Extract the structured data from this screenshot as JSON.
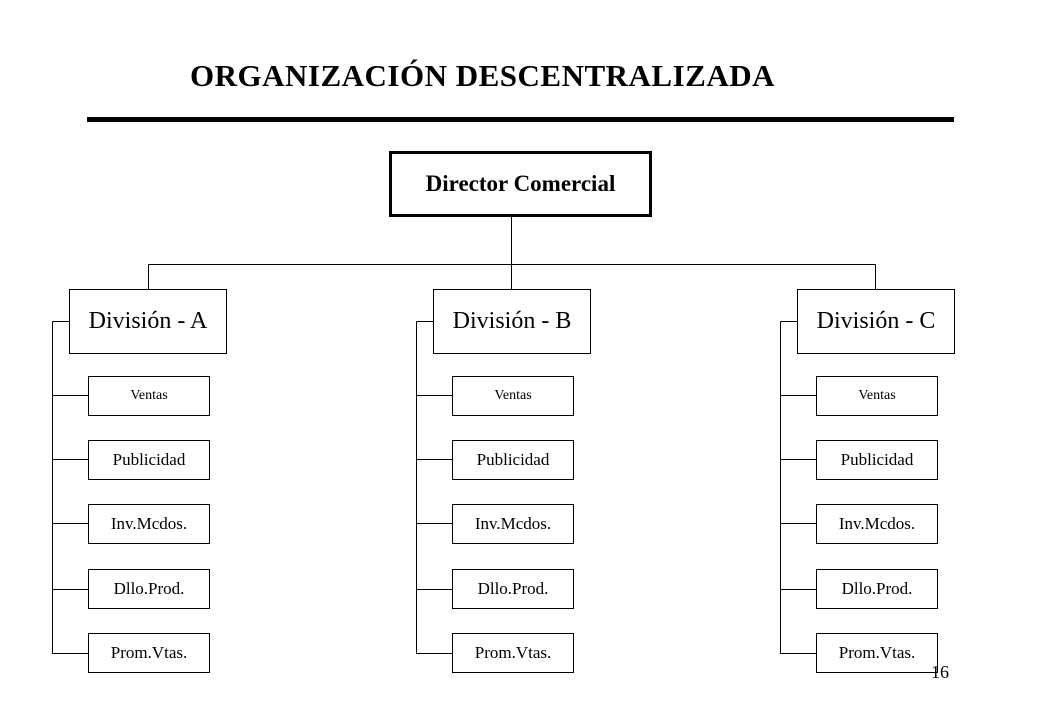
{
  "title": "ORGANIZACIÓN DESCENTRALIZADA",
  "director": "Director Comercial",
  "divisions": [
    {
      "label": "División - A",
      "units": [
        "Ventas",
        "Publicidad",
        "Inv.Mcdos.",
        "Dllo.Prod.",
        "Prom.Vtas."
      ]
    },
    {
      "label": "División - B",
      "units": [
        "Ventas",
        "Publicidad",
        "Inv.Mcdos.",
        "Dllo.Prod.",
        "Prom.Vtas."
      ]
    },
    {
      "label": "División - C",
      "units": [
        "Ventas",
        "Publicidad",
        "Inv.Mcdos.",
        "Dllo.Prod.",
        "Prom.Vtas."
      ]
    }
  ],
  "page_number": "16"
}
